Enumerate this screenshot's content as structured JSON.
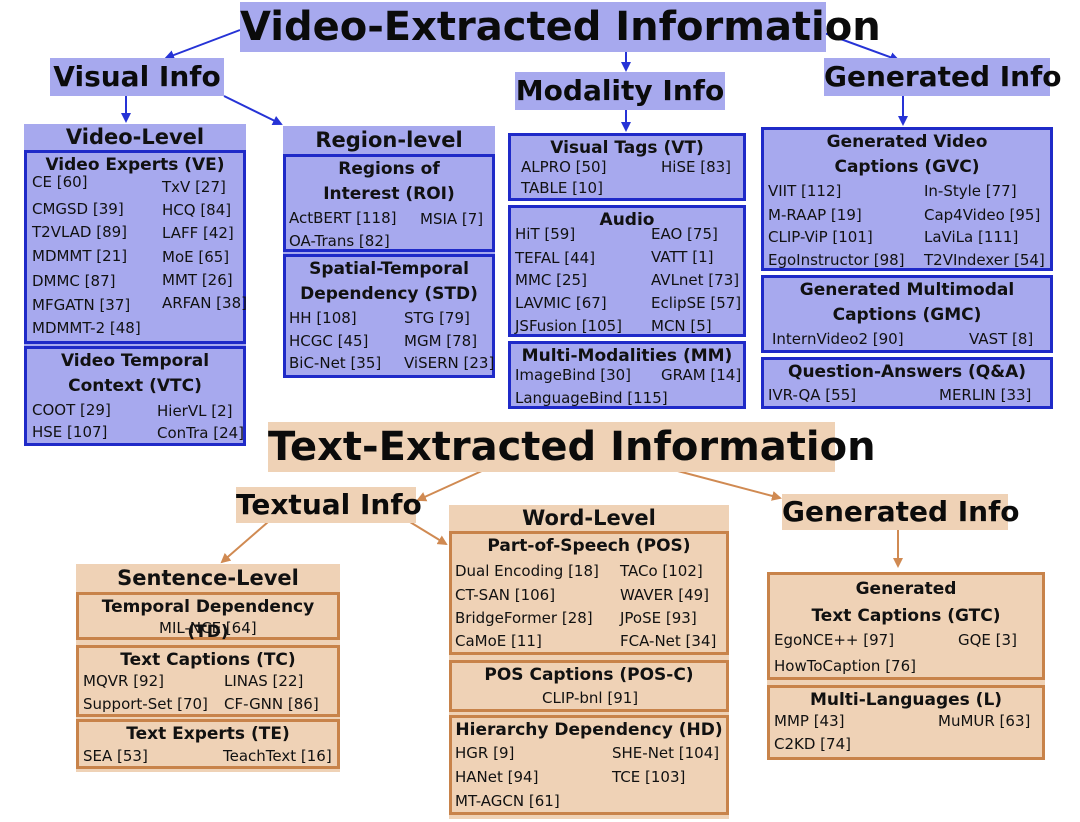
{
  "video": {
    "title": "Video-Extracted Information",
    "visual_info": "Visual Info",
    "modality_info": "Modality Info",
    "generated_info": "Generated Info",
    "video_level": {
      "label": "Video-Level",
      "ve": {
        "title": "Video Experts (VE)",
        "items": [
          "CE [60]",
          "TxV [27]",
          "CMGSD [39]",
          "HCQ [84]",
          "T2VLAD [89]",
          "LAFF [42]",
          "MDMMT [21]",
          "MoE [65]",
          "DMMC [87]",
          "MMT [26]",
          "MFGATN [37]",
          "ARFAN [38]",
          "MDMMT-2 [48]"
        ]
      },
      "vtc": {
        "title1": "Video Temporal",
        "title2": "Context (VTC)",
        "items": [
          "COOT [29]",
          "HierVL [2]",
          "HSE [107]",
          "ConTra [24]"
        ]
      }
    },
    "region_level": {
      "label": "Region-level",
      "roi": {
        "title1": "Regions of",
        "title2": "Interest (ROI)",
        "items": [
          "ActBERT [118]",
          "MSIA [7]",
          "OA-Trans [82]"
        ]
      },
      "std": {
        "title1": "Spatial-Temporal",
        "title2": "Dependency (STD)",
        "items": [
          "HH [108]",
          "STG [79]",
          "HCGC [45]",
          "MGM [78]",
          "BiC-Net [35]",
          "ViSERN [23]"
        ]
      }
    },
    "modality": {
      "vt": {
        "title": "Visual Tags (VT)",
        "items": [
          "ALPRO [50]",
          "HiSE [83]",
          "TABLE [10]"
        ]
      },
      "audio": {
        "title": "Audio",
        "items": [
          "HiT [59]",
          "EAO [75]",
          "TEFAL [44]",
          "VATT [1]",
          "MMC [25]",
          "AVLnet [73]",
          "LAVMIC [67]",
          "EclipSE [57]",
          "JSFusion [105]",
          "MCN [5]"
        ]
      },
      "mm": {
        "title": "Multi-Modalities (MM)",
        "items": [
          "ImageBind [30]",
          "GRAM [14]",
          "LanguageBind [115]"
        ]
      }
    },
    "generated": {
      "gvc": {
        "title1": "Generated Video",
        "title2": "Captions (GVC)",
        "items": [
          "VIIT [112]",
          "In-Style [77]",
          "M-RAAP [19]",
          "Cap4Video [95]",
          "CLIP-ViP [101]",
          "LaViLa [111]",
          "EgoInstructor [98]",
          "T2VIndexer [54]"
        ]
      },
      "gmc": {
        "title1": "Generated Multimodal",
        "title2": "Captions (GMC)",
        "items": [
          "InternVideo2 [90]",
          "VAST [8]"
        ]
      },
      "qa": {
        "title": "Question-Answers (Q&A)",
        "items": [
          "IVR-QA [55]",
          "MERLIN [33]"
        ]
      }
    }
  },
  "text": {
    "title": "Text-Extracted Information",
    "textual_info": "Textual Info",
    "generated_info": "Generated Info",
    "sentence_level": {
      "label": "Sentence-Level",
      "td": {
        "title": "Temporal Dependency (TD)",
        "items": [
          "MIL-NCE [64]"
        ]
      },
      "tc": {
        "title": "Text Captions (TC)",
        "items": [
          "MQVR [92]",
          "LINAS [22]",
          "Support-Set [70]",
          "CF-GNN [86]"
        ]
      },
      "te": {
        "title": "Text Experts (TE)",
        "items": [
          "SEA [53]",
          "TeachText [16]"
        ]
      }
    },
    "word_level": {
      "label": "Word-Level",
      "pos": {
        "title": "Part-of-Speech (POS)",
        "items": [
          "Dual Encoding [18]",
          "TACo [102]",
          "CT-SAN [106]",
          "WAVER [49]",
          "BridgeFormer [28]",
          "JPoSE [93]",
          "CaMoE [11]",
          "FCA-Net [34]"
        ]
      },
      "posc": {
        "title": "POS Captions (POS-C)",
        "items": [
          "CLIP-bnl [91]"
        ]
      },
      "hd": {
        "title": "Hierarchy Dependency (HD)",
        "items": [
          "HGR [9]",
          "SHE-Net [104]",
          "HANet [94]",
          "TCE [103]",
          "MT-AGCN [61]"
        ]
      }
    },
    "generated": {
      "gtc": {
        "title1": "Generated",
        "title2": "Text Captions (GTC)",
        "items": [
          "EgoNCE++ [97]",
          "GQE [3]",
          "HowToCaption [76]"
        ]
      },
      "l": {
        "title": "Multi-Languages (L)",
        "items": [
          "MMP [43]",
          "MuMUR [63]",
          "C2KD [74]"
        ]
      }
    }
  },
  "colors": {
    "blue_fill": "#a7a9ee",
    "blue_border": "#1f2ac8",
    "tan_fill": "#efd2b6",
    "tan_border": "#c8834a"
  }
}
